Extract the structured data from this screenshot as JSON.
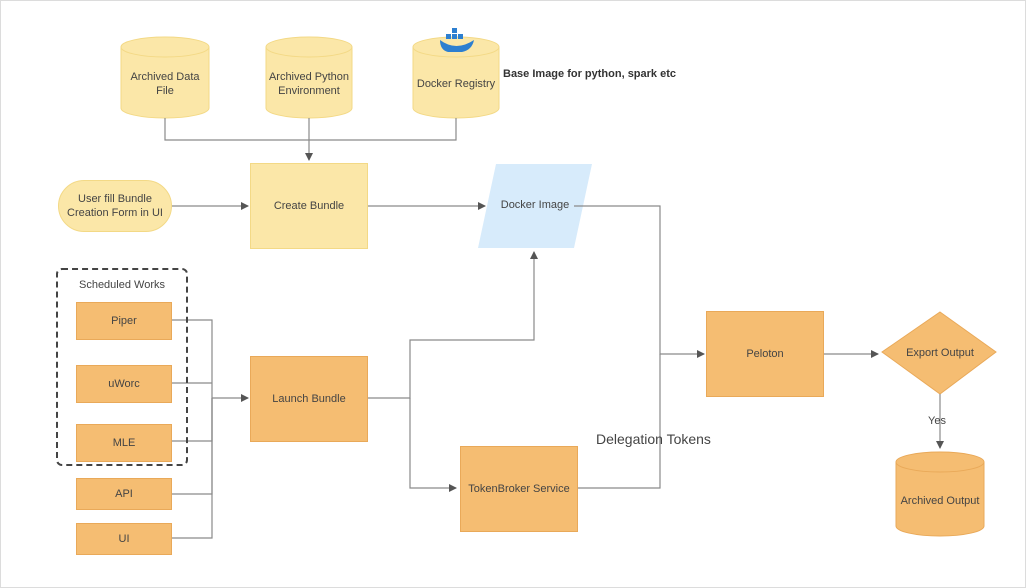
{
  "nodes": {
    "archived_data_file": "Archived Data File",
    "archived_python_env": "Archived Python Environment",
    "docker_registry": "Docker Registry",
    "base_image_note": "Base Image for python, spark etc",
    "user_form": "User fill Bundle Creation Form in UI",
    "create_bundle": "Create Bundle",
    "docker_image": "Docker Image",
    "scheduled_works": "Scheduled Works",
    "piper": "Piper",
    "uworc": "uWorc",
    "mle": "MLE",
    "api": "API",
    "ui": "UI",
    "launch_bundle": "Launch Bundle",
    "tokenbroker": "TokenBroker Service",
    "delegation_tokens": "Delegation Tokens",
    "peloton": "Peloton",
    "export_output": "Export Output",
    "yes": "Yes",
    "archived_output": "Archived Output"
  },
  "colors": {
    "light_fill": "#fbe7a8",
    "dark_fill": "#f5bd72",
    "docker_fill": "#d7ebfb",
    "edge": "#8a8a8a"
  },
  "icons": {
    "docker_logo": "docker-whale-icon"
  }
}
